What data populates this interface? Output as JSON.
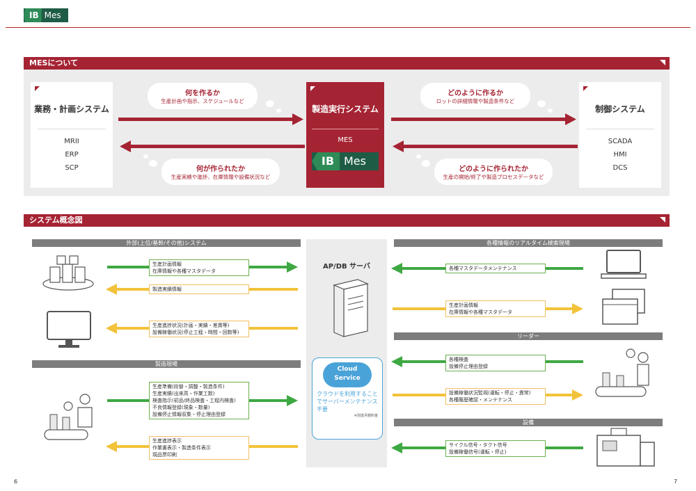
{
  "brand": {
    "ib": "IB",
    "mes": "Mes"
  },
  "section1": {
    "title": "MESについて",
    "left_box": {
      "title": "業務・計画システム",
      "items": [
        "MRII",
        "ERP",
        "SCP"
      ]
    },
    "center_box": {
      "title": "製造実行システム",
      "abbr": "MES",
      "logo_ib": "IB",
      "logo_mes": "Mes"
    },
    "right_box": {
      "title": "制御システム",
      "items": [
        "SCADA",
        "HMI",
        "DCS"
      ]
    },
    "bubble_top_left": {
      "title": "何を作るか",
      "sub": "生産計画や指示、スケジュールなど"
    },
    "bubble_bottom_left": {
      "title": "何が作られたか",
      "sub": "生産実績や進捗、在庫情報や設備状況など"
    },
    "bubble_top_right": {
      "title": "どのように作るか",
      "sub": "ロットの詳細情報や製造条件など"
    },
    "bubble_bottom_right": {
      "title": "どのように作られたか",
      "sub": "生産の開始/終了や製造プロセスデータなど"
    }
  },
  "section2": {
    "title": "システム概念図",
    "server_label": "AP/DB サーバ",
    "cloud": {
      "line1": "Cloud",
      "line2": "Service",
      "text": "クラウドを利用することでサーバーメンテナンス不要",
      "note": "※別途月額料金"
    },
    "left_groups": [
      {
        "header": "外部(上位/基幹/その他)システム"
      },
      {
        "header": "製造現場"
      }
    ],
    "right_groups": [
      {
        "header": "各種情報のリアルタイム検索現場"
      },
      {
        "header": "リーダー"
      },
      {
        "header": "設備"
      }
    ],
    "left_labels": {
      "l1": [
        "生産計画情報",
        "在庫情報や各種マスタデータ"
      ],
      "l2": [
        "製造実績情報"
      ],
      "l3": [
        "生産進捗状況(計画・実績・差異等)",
        "設備稼働状況(停止工程・時間・回数等)"
      ],
      "l4": [
        "生産準備(段替・調整・製造条件)",
        "生産実績(出来高・作業工数)",
        "検査指示(初品/終品検査・工程内検査)",
        "不良情報登録(現象・数量)",
        "設備停止情報収集・停止理由登録"
      ],
      "l5": [
        "生産進捗表示",
        "作業書表示・製造条件表示",
        "現品票印刷"
      ]
    },
    "right_labels": {
      "r1": [
        "各種マスタデータメンテナンス"
      ],
      "r2": [
        "生産計画情報",
        "在庫情報や各種マスタデータ"
      ],
      "r3": [
        "各種検査",
        "設備停止理由登録"
      ],
      "r4": [
        "設備稼働状況監視(運転・停止・異常)",
        "各種履歴確認・メンテナンス"
      ],
      "r5": [
        "サイクル信号・タクト信号",
        "設備稼働信号(運転・停止)"
      ]
    }
  },
  "pages": {
    "left": "6",
    "right": "7"
  },
  "colors": {
    "accent": "#a52433",
    "green": "#3ea843",
    "yellow": "#f2c23a",
    "gray": "#7d7d7d",
    "brand_green": "#1f5c46"
  }
}
